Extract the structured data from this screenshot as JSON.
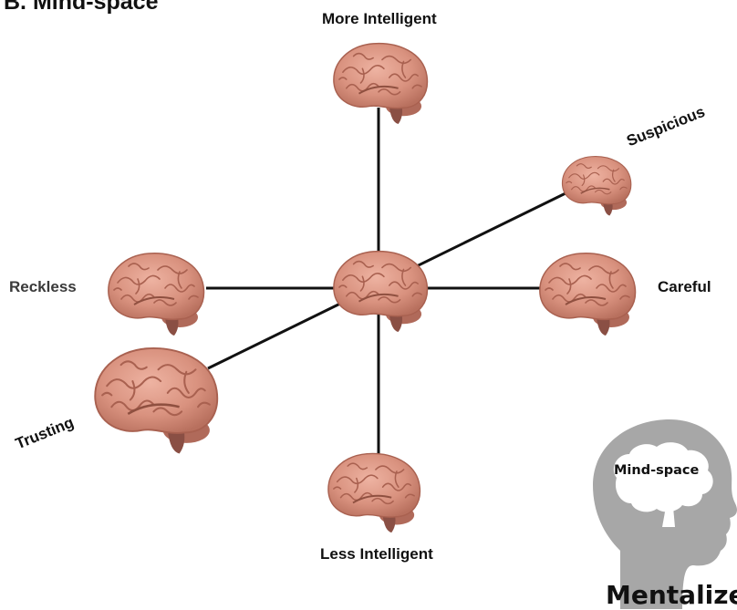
{
  "panel_title": "B. Mind-space",
  "axes": {
    "top": "More Intelligent",
    "bottom": "Less Intelligent",
    "left": "Reckless",
    "right": "Careful",
    "diag_upper": "Suspicious",
    "diag_lower": "Trusting"
  },
  "mentalizer": {
    "bubble_label": "Mind-space",
    "caption": "Mentalizer"
  },
  "colors": {
    "brain_fill": "#d9927f",
    "brain_dark": "#a96150",
    "brain_stem": "#8a4f44",
    "head_gray": "#a7a7a7",
    "line": "#111111"
  }
}
